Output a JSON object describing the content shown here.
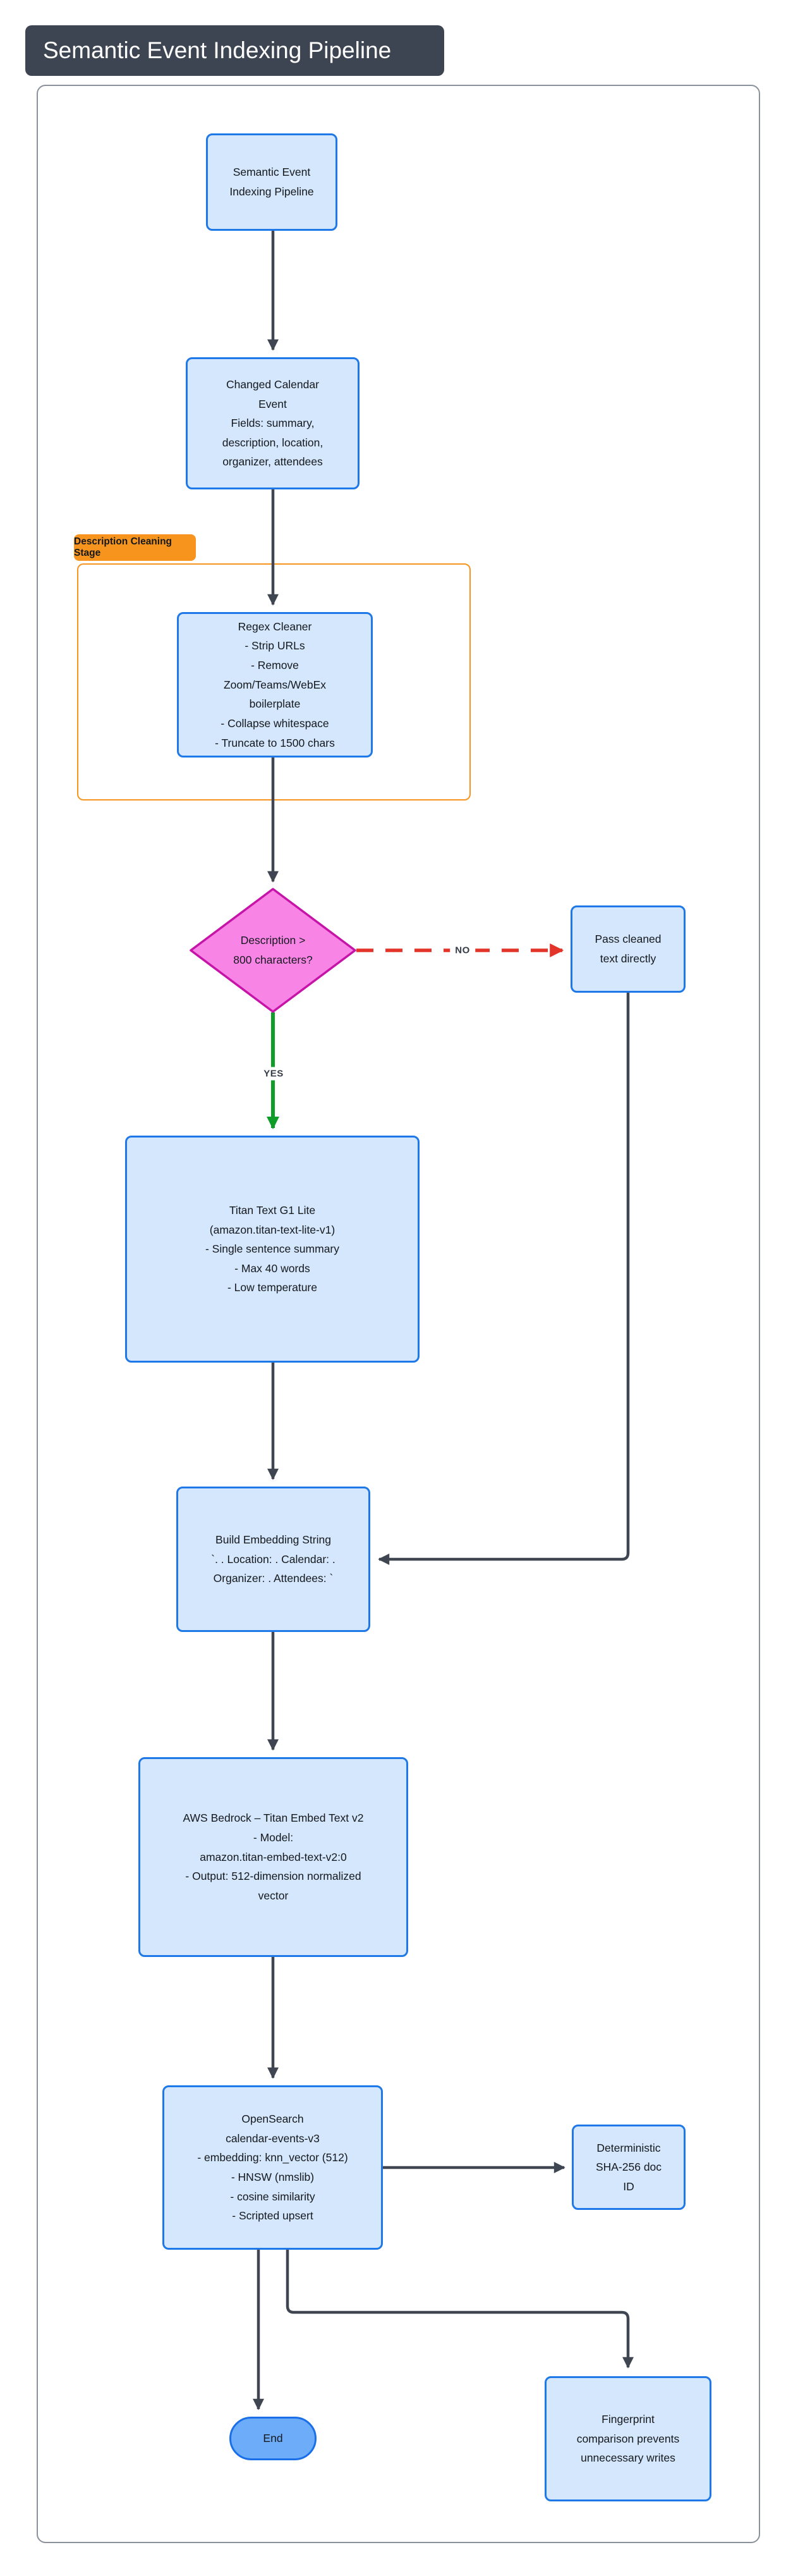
{
  "title": "Semantic Event Indexing Pipeline",
  "subgraph": {
    "label": "Description Cleaning Stage"
  },
  "nodes": {
    "start": {
      "lines": [
        "Semantic Event",
        "Indexing Pipeline"
      ]
    },
    "changed_event": {
      "lines": [
        "Changed Calendar",
        "Event",
        "Fields: summary,",
        "description, location,",
        "organizer, attendees"
      ]
    },
    "regex_cleaner": {
      "lines": [
        "Regex Cleaner",
        "- Strip URLs",
        "- Remove",
        "Zoom/Teams/WebEx",
        "boilerplate",
        "- Collapse whitespace",
        "- Truncate to 1500 chars"
      ]
    },
    "decision": {
      "lines": [
        "Description >",
        "800 characters?"
      ]
    },
    "pass_cleaned": {
      "lines": [
        "Pass cleaned",
        "text directly"
      ]
    },
    "titan_summary": {
      "lines": [
        "Titan Text G1 Lite",
        "(amazon.titan-text-lite-v1)",
        "- Single sentence summary",
        "- Max 40 words",
        "- Low temperature"
      ]
    },
    "build_embedding": {
      "lines": [
        "Build Embedding String",
        "`. . Location: . Calendar: .",
        "Organizer: . Attendees: `"
      ]
    },
    "bedrock_embed": {
      "lines": [
        "AWS Bedrock – Titan Embed Text v2",
        "- Model:",
        "amazon.titan-embed-text-v2:0",
        "- Output: 512-dimension normalized",
        "vector"
      ]
    },
    "opensearch": {
      "lines": [
        "OpenSearch",
        "calendar-events-v3",
        "- embedding: knn_vector (512)",
        "- HNSW (nmslib)",
        "- cosine similarity",
        "- Scripted upsert"
      ]
    },
    "sha_doc_id": {
      "lines": [
        "Deterministic",
        "SHA-256 doc",
        "ID"
      ]
    },
    "fingerprint_note": {
      "lines": [
        "Fingerprint",
        "comparison prevents",
        "unnecessary writes"
      ]
    },
    "end": {
      "label": "End"
    }
  },
  "edges": {
    "no_label": "NO",
    "yes_label": "YES"
  },
  "colors": {
    "title_bar_bg": "#3d4452",
    "title_bar_text": "#ffffff",
    "node_fill": "#d4e7fc",
    "node_border": "#1f78e8",
    "decision_fill": "#f885e6",
    "decision_border": "#c614a8",
    "end_fill": "#6cacf8",
    "end_border": "#1a6fe8",
    "stage_accent": "#f7941e",
    "edge_color": "#3f4651",
    "yes_edge_color": "#0f9d2a",
    "no_edge_color": "#e3342a",
    "frame_border": "#8b919b"
  }
}
